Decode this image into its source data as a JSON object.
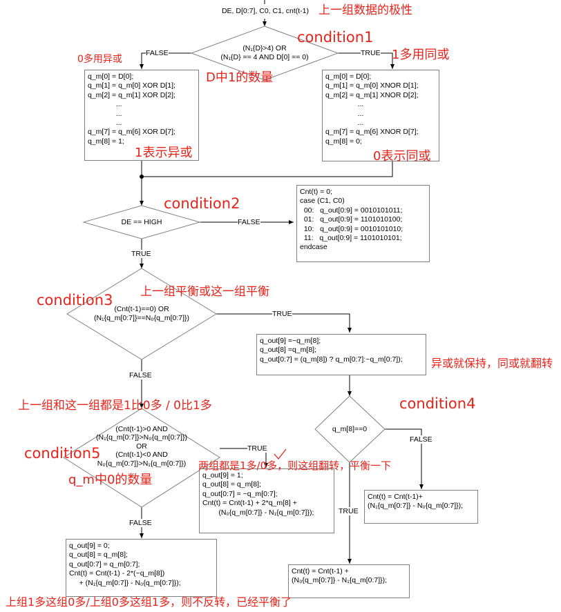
{
  "input_label": "DE, D[0:7], C0, C1, cnt(t-1)",
  "decisions": {
    "d1": {
      "line1": "(N₁{D}>4) OR",
      "line2": "(N₁{D} == 4 AND D[0] == 0)"
    },
    "d2": {
      "text": "DE == HIGH"
    },
    "d3": {
      "line1": "(Cnt(t-1)==0) OR",
      "line2": "(N₁{q_m[0:7]}==N₀{q_m[0:7]})"
    },
    "d4": {
      "text": "q_m[8]==0"
    },
    "d5": {
      "line1": "(Cnt(t-1)>0 AND",
      "line2": "(N₁{q_m[0:7]}>N₀{q_m[0:7]})",
      "line3": "OR",
      "line4": "(Cnt(t-1)<0 AND",
      "line5": "N₀{q_m[0:7]}>N₁{q_m[0:7]})"
    }
  },
  "branch_labels": {
    "false": "FALSE",
    "true": "TRUE"
  },
  "boxes": {
    "xor_box": "q_m[0] = D[0];\nq_m[1] = q_m[0] XOR D[1];\nq_m[2] = q_m[1] XOR D[2];\n              ...\n              ...\n              ...\nq_m[7] = q_m[6] XOR D[7];\nq_m[8] = 1;",
    "xnor_box": "q_m[0] = D[0];\nq_m[1] = q_m[0] XNOR D[1];\nq_m[2] = q_m[1] XNOR D[2];\n                ...\n                ...\n                ...\nq_m[7] = q_m[6] XNOR D[7];\nq_m[8] = 0;",
    "control_box": "Cnt(t) = 0;\ncase (C1, C0)\n  00:   q_out[0:9] = 0010101011;\n  01:   q_out[0:9] = 1101010100;\n  10:   q_out[0:9] = 0010101010;\n  11:   q_out[0:9] = 1101010101;\nendcase",
    "balanced_box": "q_out[9] =~q_m[8];\nq_out[8] =q_m[8];\nq_out[0:7] = (q_m[8]) ? q_m[0:7]:~q_m[0:7]);",
    "cnt_plus_n1_box": "Cnt(t) = Cnt(t-1)+\n(N₁{q_m[0:7]} - N₀{q_m[0:7]});",
    "cnt_plus_n0_box": "Cnt(t) = Cnt(t-1) +\n(N₀{q_m[0:7]} - N₁{q_m[0:7]});",
    "invert_box": "q_out[9] = 1;\nq_out[8] = q_m[8];\nq_out[0:7] = ~q_m[0:7];\nCnt(t) = Cnt(t-1) + 2*q_m[8] +\n        (N₀{q_m[0:7]} - N₁{q_m[0:7]});",
    "no_invert_box": "q_out[9] = 0;\nq_out[8] = q_m[8];\nq_out[0:7] = q_m[0:7];\nCnt(t) = Cnt(t-1) - 2*(~q_m[8])\n     + (N₁{q_m[0:7]} - N₀{q_m[0:7]});"
  },
  "annotations": {
    "prev_polarity": "上一组数据的极性",
    "condition1": "condition1",
    "zero_more_xor": "0多用异或",
    "one_more_xnor": "1多用同或",
    "d_ones_count": "D中1的数量",
    "one_means_xor": "1表示异或",
    "zero_means_xnor": "0表示同或",
    "condition2": "condition2",
    "prev_or_current_balanced": "上一组平衡或这一组平衡",
    "condition3": "condition3",
    "xor_keep_xnor_flip": "异或就保持，同或就翻转",
    "condition4": "condition4",
    "both_more": "上一组和这一组都是1比0多 / 0比1多",
    "condition5": "condition5",
    "both_flip": "两组都是1多/0多，则这组翻转，平衡一下",
    "qm_zero_count": "q_m中0的数量",
    "no_flip": "上组1多这组0多/上组0多这组1多，则不反转，已经平衡了"
  },
  "colors": {
    "annotation": "#e8231a",
    "lines": "#000000",
    "box_border": "#7f7f7f"
  }
}
